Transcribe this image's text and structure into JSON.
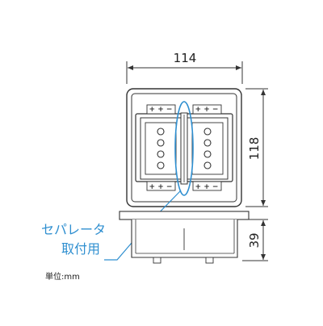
{
  "dimensions": {
    "width": "114",
    "height": "118",
    "depth": "39"
  },
  "callout": {
    "line1": "セパレータ",
    "line2": "取付用"
  },
  "unit_note": "単位:mm",
  "colors": {
    "outline": "#333333",
    "accent": "#2f8fd0",
    "terminal_marks": "#333333"
  },
  "terminal_marks": {
    "top_left": "+ + −",
    "top_right": "+ + −",
    "bottom_left": "+ + −",
    "bottom_right": "+ + −"
  }
}
